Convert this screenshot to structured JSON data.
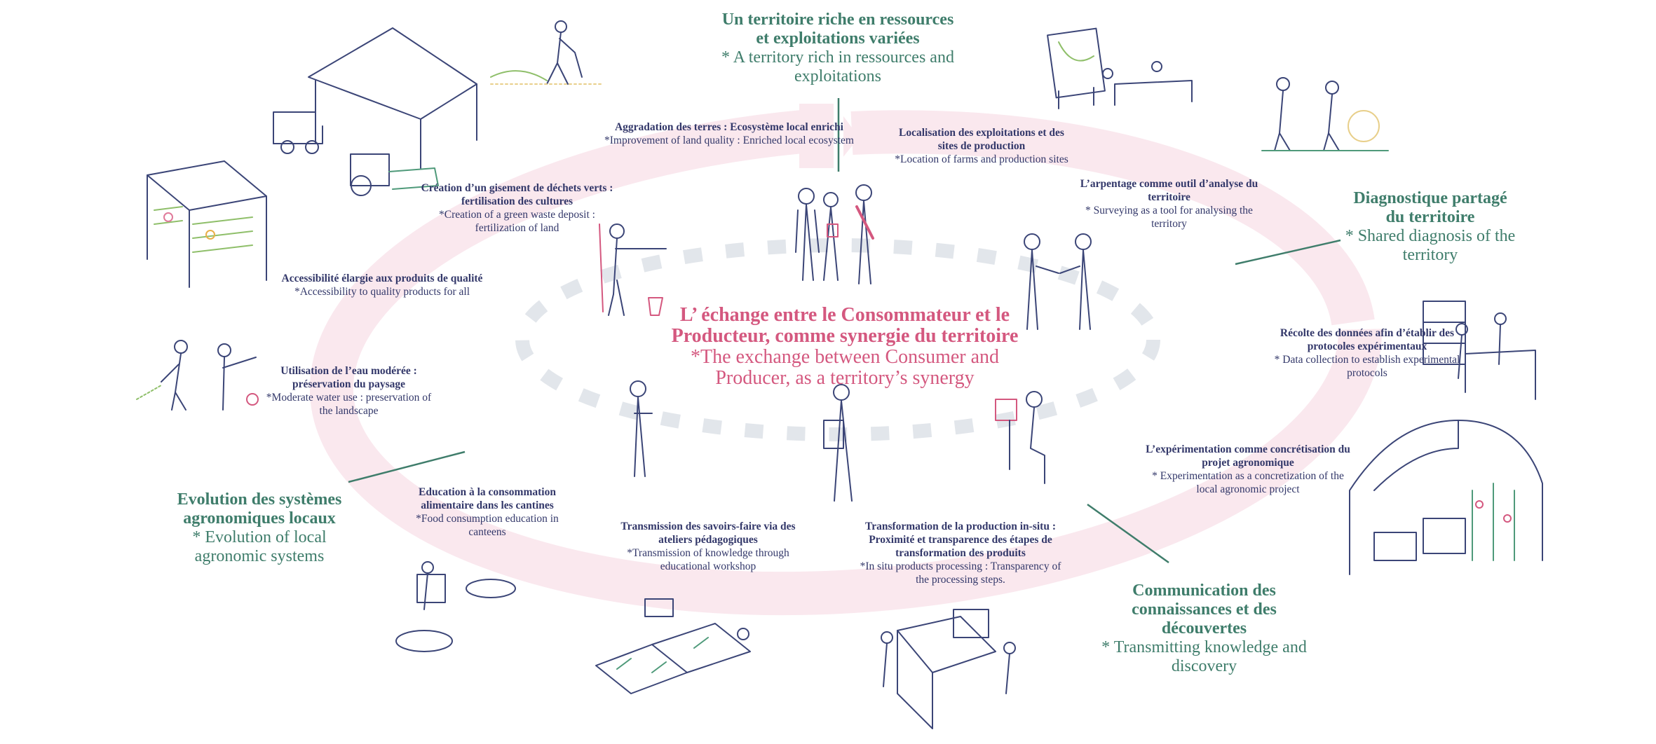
{
  "colors": {
    "heading": "#3f7d6b",
    "label": "#33386a",
    "center": "#d4587f",
    "ring": "#fae8ee",
    "dashes": "#e2e6eb",
    "sketch": "#3b4577"
  },
  "center": {
    "fr": "L’ échange entre le Consommateur et le Producteur, comme synergie du territoire",
    "en": "*The exchange  between Consumer and Producer, as a territory’s synergy"
  },
  "headings": [
    {
      "fr": "Un territoire riche en ressources et exploitations variées",
      "en": "* A territory rich in ressources and exploitations"
    },
    {
      "fr": "Diagnostique partagé du territoire",
      "en": "* Shared diagnosis of the territory"
    },
    {
      "fr": "Communication des connaissances et des découvertes",
      "en": "* Transmitting knowledge and discovery"
    },
    {
      "fr": "Evolution des systèmes agronomiques locaux",
      "en": "* Evolution of local agronomic systems"
    }
  ],
  "labels": [
    {
      "fr": "Aggradation des terres : Ecosystème local enrichi",
      "en": "*Improvement of land quality : Enriched local ecosystem"
    },
    {
      "fr": "Localisation des exploitations et des sites de production",
      "en": "*Location of farms and production sites"
    },
    {
      "fr": "L’arpentage comme outil d’analyse du territoire",
      "en": "* Surveying as a tool for analysing the territory"
    },
    {
      "fr": "Récolte des données afin d’établir des protocoles expérimentaux",
      "en": "* Data collection to establish experimental protocols"
    },
    {
      "fr": "L’expérimentation comme concrétisation du projet agronomique",
      "en": "* Experimentation as a concretization of the local agronomic project"
    },
    {
      "fr": "Transformation de la production in-situ : Proximité et transparence des étapes de transformation des produits",
      "en": "*In situ products processing : Transparency of the processing steps."
    },
    {
      "fr": "Transmission des savoirs-faire via des ateliers pédagogiques",
      "en": "*Transmission of knowledge through educational workshop"
    },
    {
      "fr": "Education à la consommation alimentaire dans les cantines",
      "en": "*Food consumption education in canteens"
    },
    {
      "fr": "Utilisation de l’eau modérée : préservation du paysage",
      "en": "*Moderate water use : preservation of the landscape"
    },
    {
      "fr": "Accessibilité élargie aux produits de qualité",
      "en": "*Accessibility to quality products for all"
    },
    {
      "fr": "Création d’un gisement de déchets verts : fertilisation des cultures",
      "en": "*Creation of a green waste deposit : fertilization of land"
    }
  ]
}
